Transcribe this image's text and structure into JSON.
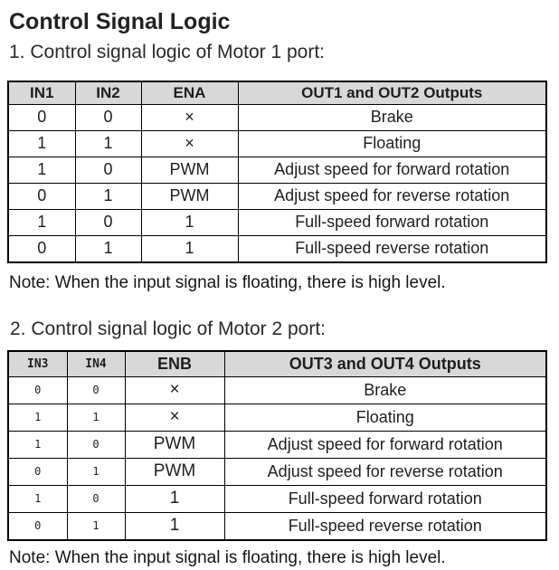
{
  "page": {
    "title": "Control Signal Logic"
  },
  "colors": {
    "header_bg": "#d8d8d8",
    "border": "#000000",
    "text": "#1f1f1f"
  },
  "sections": [
    {
      "heading": "1. Control signal logic of Motor 1 port:",
      "note": "Note: When the input signal is floating, there is high level.",
      "table": {
        "headers": [
          "IN1",
          "IN2",
          "ENA",
          "OUT1 and OUT2 Outputs"
        ],
        "rows": [
          [
            "0",
            "0",
            "×",
            "Brake"
          ],
          [
            "1",
            "1",
            "×",
            "Floating"
          ],
          [
            "1",
            "0",
            "PWM",
            "Adjust speed for forward rotation"
          ],
          [
            "0",
            "1",
            "PWM",
            "Adjust speed for reverse rotation"
          ],
          [
            "1",
            "0",
            "1",
            "Full-speed forward rotation"
          ],
          [
            "0",
            "1",
            "1",
            "Full-speed reverse rotation"
          ]
        ]
      }
    },
    {
      "heading": "2. Control signal logic of Motor 2 port:",
      "note": "Note: When the input signal is floating, there is high level.",
      "table": {
        "headers": [
          "IN3",
          "IN4",
          "ENB",
          "OUT3 and OUT4 Outputs"
        ],
        "rows": [
          [
            "0",
            "0",
            "×",
            "Brake"
          ],
          [
            "1",
            "1",
            "×",
            "Floating"
          ],
          [
            "1",
            "0",
            "PWM",
            "Adjust speed for forward rotation"
          ],
          [
            "0",
            "1",
            "PWM",
            "Adjust speed for reverse rotation"
          ],
          [
            "1",
            "0",
            "1",
            "Full-speed forward rotation"
          ],
          [
            "0",
            "1",
            "1",
            "Full-speed reverse rotation"
          ]
        ]
      }
    }
  ]
}
